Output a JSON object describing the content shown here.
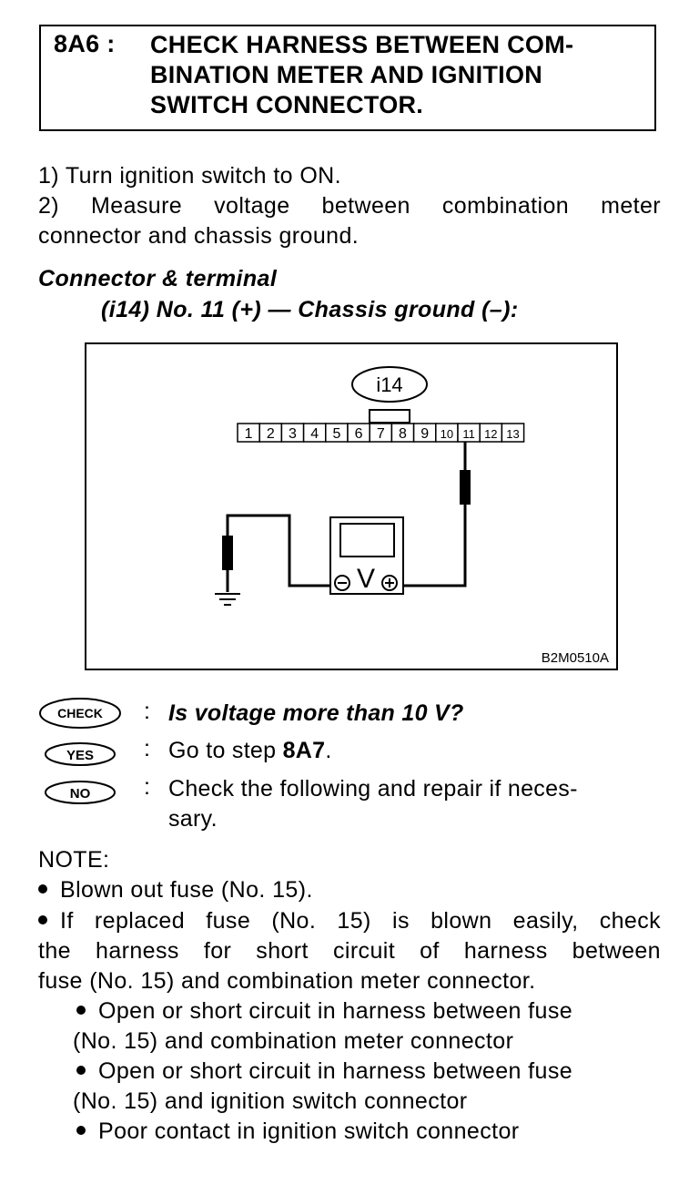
{
  "header": {
    "step": "8A6 :",
    "title_lines": [
      "CHECK HARNESS BETWEEN COM-",
      "BINATION METER AND IGNITION",
      "SWITCH CONNECTOR."
    ]
  },
  "steps": [
    "1)  Turn ignition switch to ON.",
    "2)  Measure  voltage  between  combination  meter",
    "connector and chassis ground."
  ],
  "connector": {
    "heading": "Connector & terminal",
    "terminal": "(i14) No. 11 (+) — Chassis ground (–):"
  },
  "diagram": {
    "connector_label": "i14",
    "pins": [
      "1",
      "2",
      "3",
      "4",
      "5",
      "6",
      "7",
      "8",
      "9",
      "10",
      "11",
      "12",
      "13"
    ],
    "meter_symbol": "V",
    "minus": "−",
    "plus": "+",
    "code": "B2M0510A"
  },
  "check": {
    "badge": "CHECK",
    "colon": ":",
    "text": "Is voltage more than 10 V?"
  },
  "yes": {
    "badge": "YES",
    "colon": ":",
    "text_pre": "Go to step ",
    "step": "8A7",
    "text_post": "."
  },
  "no": {
    "badge": "NO",
    "colon": ":",
    "line1": "Check the following and repair if neces-",
    "line2": "sary."
  },
  "note": {
    "label": "NOTE:",
    "item1": "Blown out fuse (No. 15).",
    "item2_lines": [
      "If replaced fuse (No. 15) is blown easily, check",
      "the harness for short circuit of harness between",
      "fuse (No. 15) and combination meter connector."
    ],
    "sub1_lines": [
      "Open or short circuit in harness between fuse",
      "(No. 15) and combination meter connector"
    ],
    "sub2_lines": [
      "Open or short circuit in harness between fuse",
      "(No. 15) and ignition switch connector"
    ],
    "sub3": "Poor contact in ignition switch connector"
  }
}
